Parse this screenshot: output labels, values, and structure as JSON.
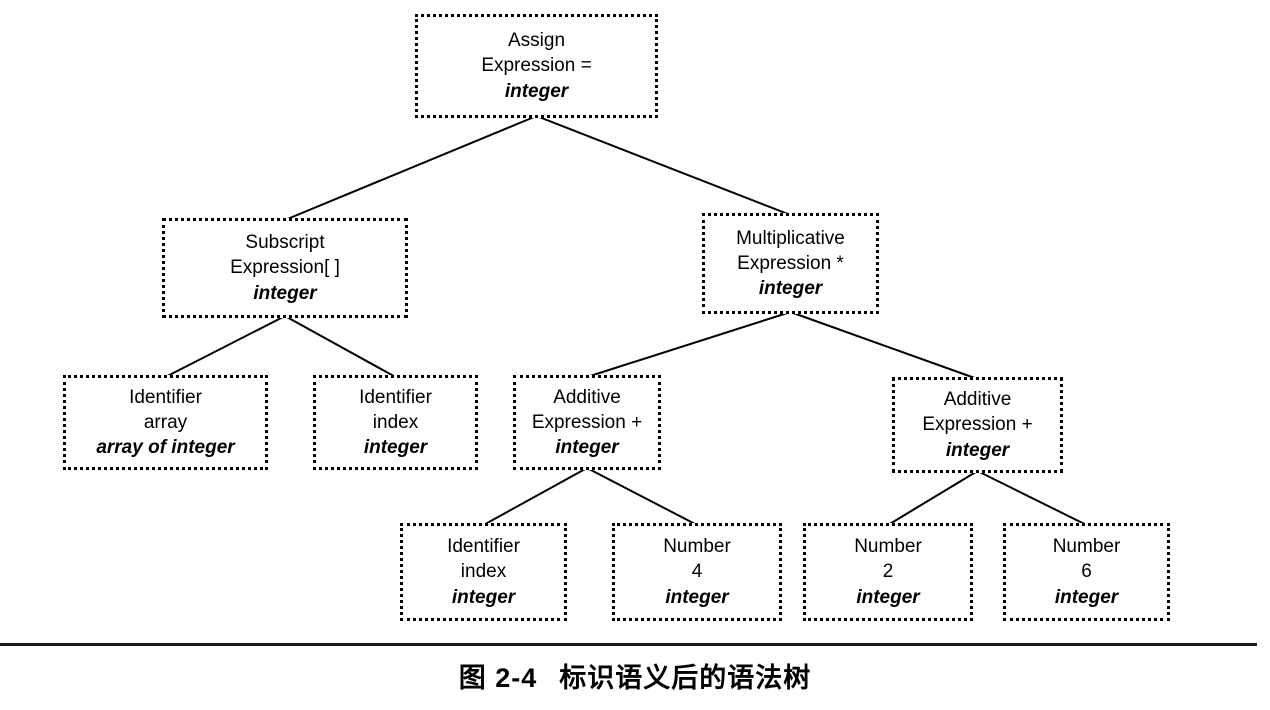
{
  "figure": {
    "label": "图 2-4",
    "title": "标识语义后的语法树"
  },
  "tree": {
    "nodes": [
      {
        "id": "assign",
        "name": "Assign",
        "detail": "Expression =",
        "type": "integer"
      },
      {
        "id": "subscript",
        "name": "Subscript",
        "detail": "Expression[ ]",
        "type": "integer"
      },
      {
        "id": "multiplicative",
        "name": "Multiplicative",
        "detail": "Expression *",
        "type": "integer"
      },
      {
        "id": "identifier-array",
        "name": "Identifier",
        "detail": "array",
        "type": "array of integer"
      },
      {
        "id": "identifier-index",
        "name": "Identifier",
        "detail": "index",
        "type": "integer"
      },
      {
        "id": "additive-left",
        "name": "Additive",
        "detail": "Expression +",
        "type": "integer"
      },
      {
        "id": "additive-right",
        "name": "Additive",
        "detail": "Expression +",
        "type": "integer"
      },
      {
        "id": "identifier-index-2",
        "name": "Identifier",
        "detail": "index",
        "type": "integer"
      },
      {
        "id": "number-4",
        "name": "Number",
        "detail": "4",
        "type": "integer"
      },
      {
        "id": "number-2",
        "name": "Number",
        "detail": "2",
        "type": "integer"
      },
      {
        "id": "number-6",
        "name": "Number",
        "detail": "6",
        "type": "integer"
      }
    ],
    "edges": [
      [
        "assign",
        "subscript"
      ],
      [
        "assign",
        "multiplicative"
      ],
      [
        "subscript",
        "identifier-array"
      ],
      [
        "subscript",
        "identifier-index"
      ],
      [
        "multiplicative",
        "additive-left"
      ],
      [
        "multiplicative",
        "additive-right"
      ],
      [
        "additive-left",
        "identifier-index-2"
      ],
      [
        "additive-left",
        "number-4"
      ],
      [
        "additive-right",
        "number-2"
      ],
      [
        "additive-right",
        "number-6"
      ]
    ],
    "edge_color": "#000000",
    "node_border_color": "#000000"
  }
}
